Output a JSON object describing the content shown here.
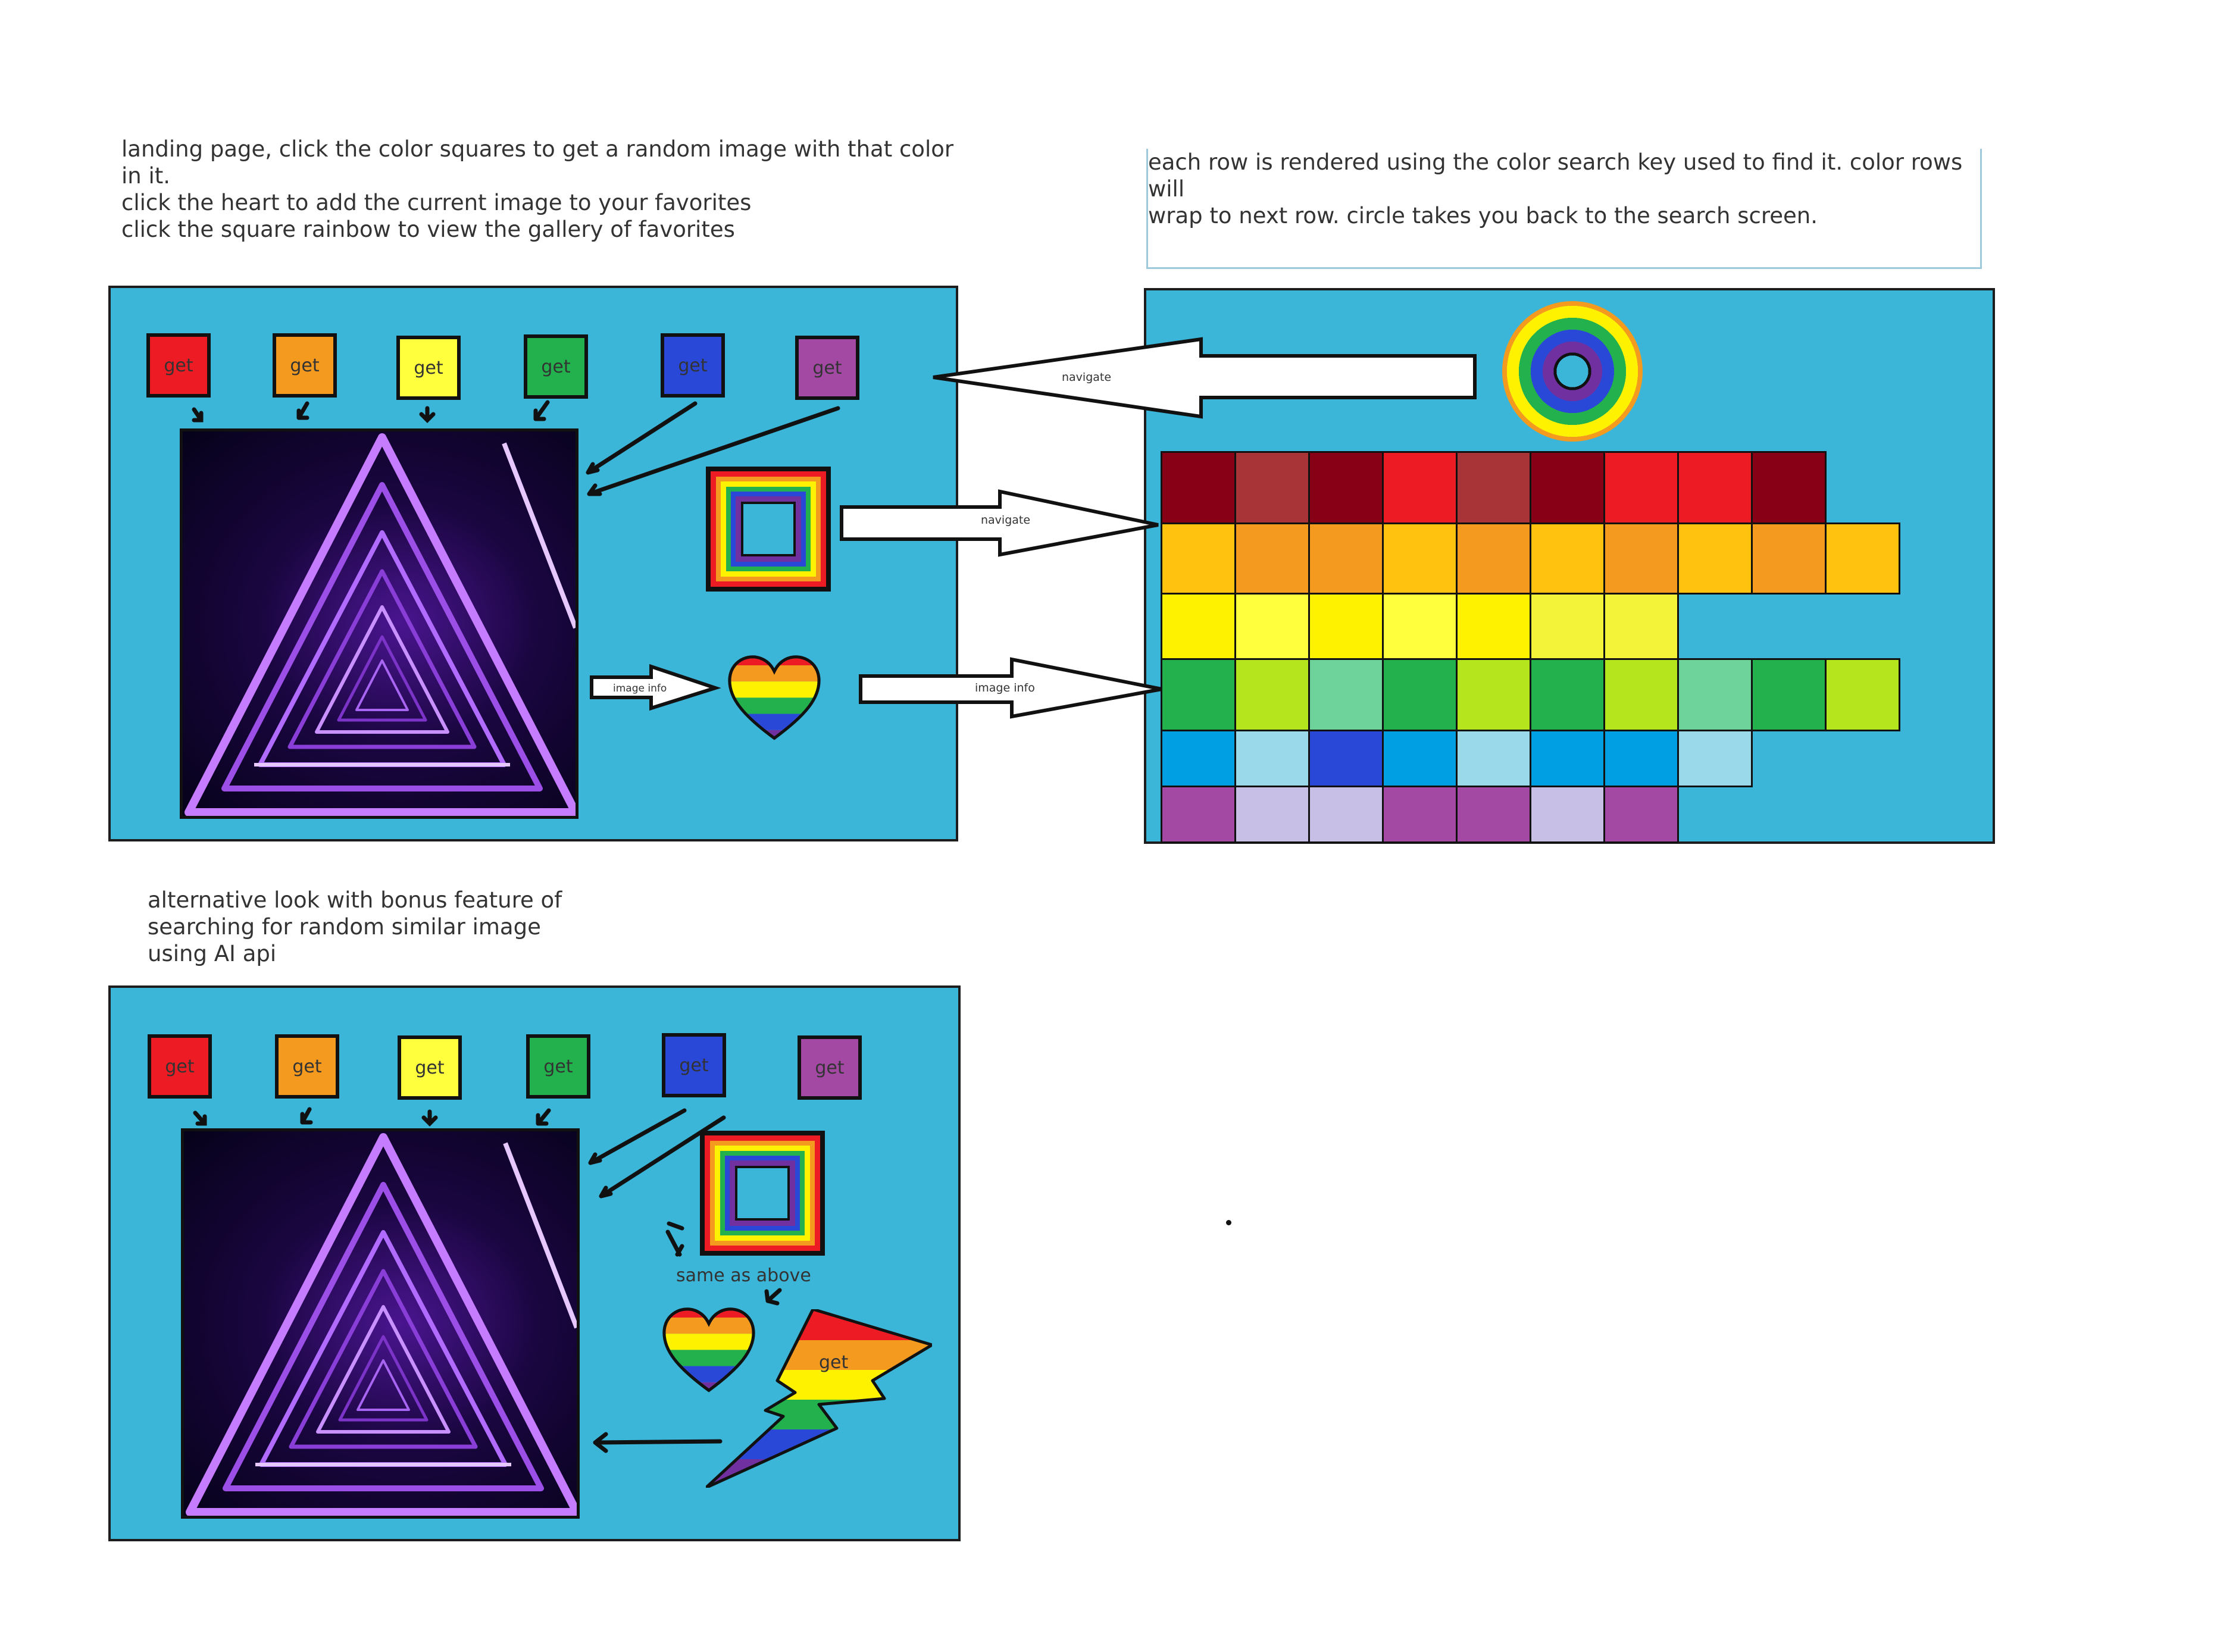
{
  "notes": {
    "landing": "landing page, click the color squares to get a random image with that color\nin it.\nclick the heart to add the current image to your favorites\nclick the square rainbow to view the gallery of favorites",
    "gallery": "each row is rendered using the color search key used to find it. color rows will\nwrap to next row. circle takes you back to the search screen.",
    "alternative": "alternative look with bonus feature of\nsearching for random similar image\nusing AI api"
  },
  "color_buttons": [
    {
      "label": "get",
      "color": "#ed1c24"
    },
    {
      "label": "get",
      "color": "#f39a1f"
    },
    {
      "label": "get",
      "color": "#ffff3e"
    },
    {
      "label": "get",
      "color": "#22b14c"
    },
    {
      "label": "get",
      "color": "#2a48d8"
    },
    {
      "label": "get",
      "color": "#a349a4"
    }
  ],
  "arrow_labels": {
    "navigate_top": "navigate",
    "navigate_mid": "navigate",
    "image_info_left": "image info",
    "image_info_right": "image info"
  },
  "alt_labels": {
    "same_as_above": "same as above",
    "bolt_get": "get"
  },
  "gallery_rows": [
    [
      "#880015",
      "#a83438",
      "#880015",
      "#ed1c24",
      "#a83438",
      "#880015",
      "#ed1c24",
      "#ed1c24",
      "#880015"
    ],
    [
      "#ffc20e",
      "#f39a1f",
      "#f39a1f",
      "#ffc20e",
      "#f39a1f",
      "#ffc20e",
      "#f39a1f",
      "#ffc20e",
      "#f39a1f",
      "#ffc20e"
    ],
    [
      "#fff200",
      "#ffff3e",
      "#fff200",
      "#ffff3e",
      "#fff200",
      "#f3f33a",
      "#f3f33a"
    ],
    [
      "#22b14c",
      "#b5e61d",
      "#6dd39a",
      "#22b14c",
      "#b5e61d",
      "#22b14c",
      "#b5e61d",
      "#6dd39a",
      "#22b14c",
      "#b5e61d"
    ],
    [
      "#009fe3",
      "#99d9ea",
      "#2a48d8",
      "#009fe3",
      "#99d9ea",
      "#009fe3",
      "#009fe3",
      "#99d9ea"
    ],
    [
      "#a349a4",
      "#c8bfe7",
      "#c8bfe7",
      "#a349a4",
      "#a349a4",
      "#c8bfe7",
      "#a349a4"
    ]
  ],
  "palette": {
    "panel_bg": "#3bb5d8",
    "rainbow": [
      "#ed1c24",
      "#f39a1f",
      "#fff200",
      "#22b14c",
      "#2a48d8",
      "#7030a0"
    ]
  }
}
